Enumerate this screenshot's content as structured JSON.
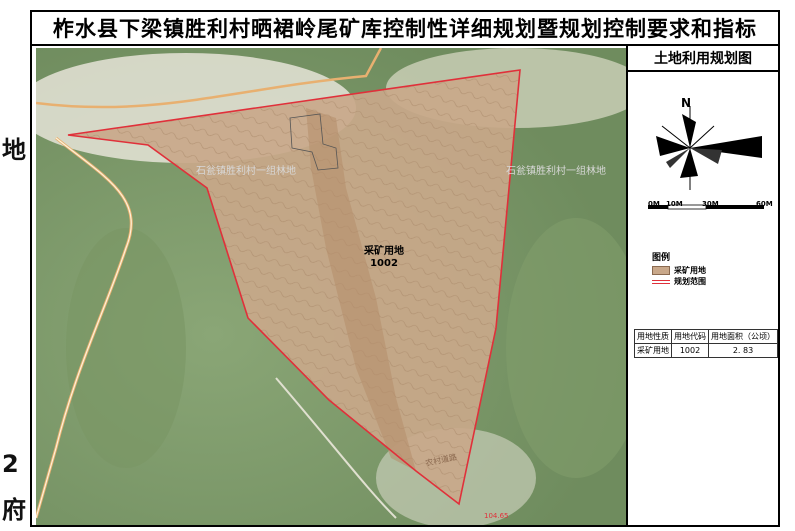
{
  "title": "柞水县下梁镇胜利村晒裙岭尾矿库控制性详细规划暨规划控制要求和指标",
  "left_strip": [
    "地",
    "2",
    "府"
  ],
  "panel": {
    "title": "土地利用规划图",
    "north_label": "N",
    "scale_labels": [
      "0M",
      "10M",
      "30M",
      "60M"
    ],
    "legend_title": "图例",
    "legend_items": [
      {
        "label": "采矿用地",
        "symbol": "fill",
        "color": "#c9a88a"
      },
      {
        "label": "规划范围",
        "symbol": "double-line",
        "color": "#e0303a"
      }
    ],
    "table": {
      "headers": [
        "用地性质",
        "用地代码",
        "用地面积（公顷）"
      ],
      "rows": [
        [
          "采矿用地",
          "1002",
          "2. 83"
        ]
      ]
    }
  },
  "map": {
    "parcel_name": "采矿用地",
    "parcel_code": "1002",
    "label_left": "石瓮镇胜利村一组林地",
    "label_right": "石瓮镇胜利村一组林地",
    "road_label": "农村道路",
    "elevation_label": "104.65",
    "colors": {
      "parcel": "#c9a88a",
      "boundary": "#e0303a",
      "forest": "#7e9a6a",
      "road": "#e8b070"
    }
  }
}
